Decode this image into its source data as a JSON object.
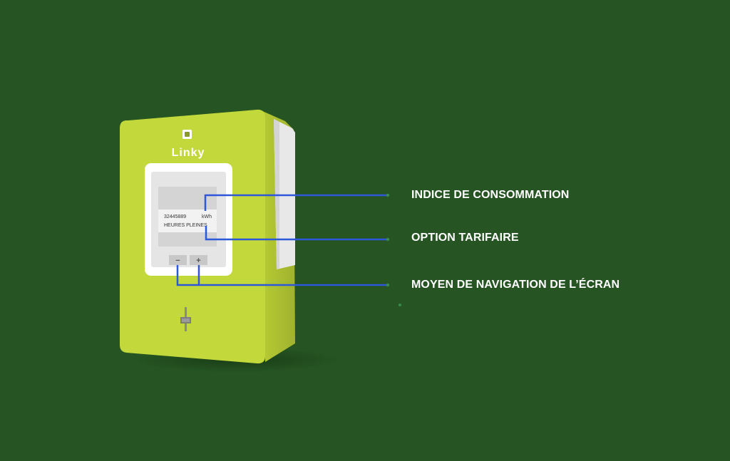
{
  "meter": {
    "brand": "Linky",
    "display": {
      "index_value": "32445889",
      "unit": "kWh",
      "tariff_option": "HEURES PLEINES"
    },
    "buttons": {
      "minus": "−",
      "plus": "+"
    }
  },
  "callouts": [
    {
      "label": "INDICE DE CONSOMMATION"
    },
    {
      "label": "OPTION TARIFAIRE"
    },
    {
      "label": "MOYEN DE NAVIGATION DE L’ÉCRAN"
    }
  ],
  "colors": {
    "background": "#265523",
    "meter_body": "#c3d83a",
    "meter_side": "#a2b530",
    "meter_back_panel": "#e6e6e6",
    "connector_line": "#2f57d9",
    "connector_dot": "#3a8a4a",
    "label_text": "#ffffff"
  }
}
